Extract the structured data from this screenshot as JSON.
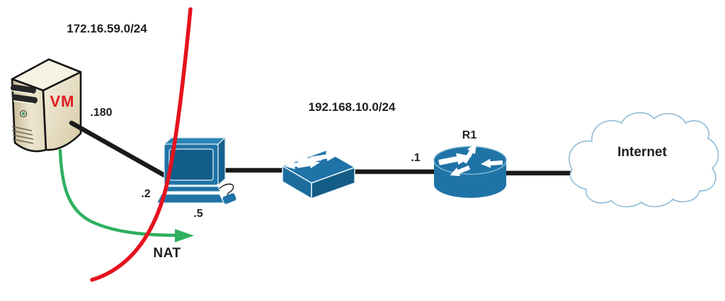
{
  "diagram": {
    "title_hint": "NAT network topology",
    "networks": [
      {
        "id": "lan",
        "label": "172.16.59.0/24"
      },
      {
        "id": "transit",
        "label": "192.168.10.0/24"
      }
    ],
    "nodes": {
      "server": {
        "label": "VM",
        "ip": ".180"
      },
      "pc": {
        "ip": ".2",
        "host_ip": ".5"
      },
      "router": {
        "name": "R1",
        "ip": ".1"
      },
      "cloud": {
        "label": "Internet"
      }
    },
    "annotations": {
      "nat_label": "NAT"
    },
    "colors": {
      "device_blue": "#1F73A6",
      "device_blue_dark": "#15618E",
      "link_black": "#1A1A1A",
      "boundary_red": "#E6121E",
      "nat_green": "#2EB060",
      "vm_red": "#E01B20",
      "server_beige": "#EBE3CC",
      "cloud_stroke": "#8FBAD6"
    }
  }
}
